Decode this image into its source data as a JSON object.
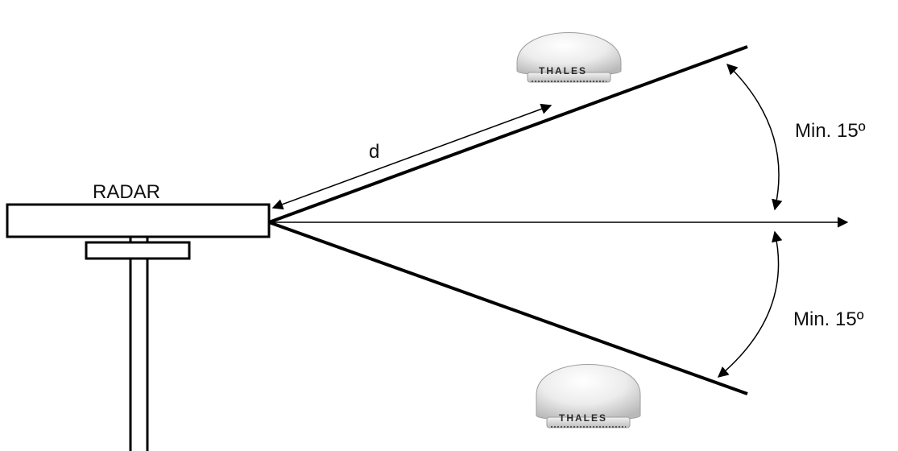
{
  "radar": {
    "label": "RADAR"
  },
  "distance": {
    "label": "d"
  },
  "angles": {
    "upper": {
      "label": "Min. 15º"
    },
    "lower": {
      "label": "Min. 15º"
    }
  },
  "domes": {
    "upper": {
      "brand": "THALES"
    },
    "lower": {
      "brand": "THALES"
    }
  },
  "colors": {
    "line": "#000000",
    "dome_light": "#ffffff",
    "dome_shade": "#c9c9c9"
  }
}
